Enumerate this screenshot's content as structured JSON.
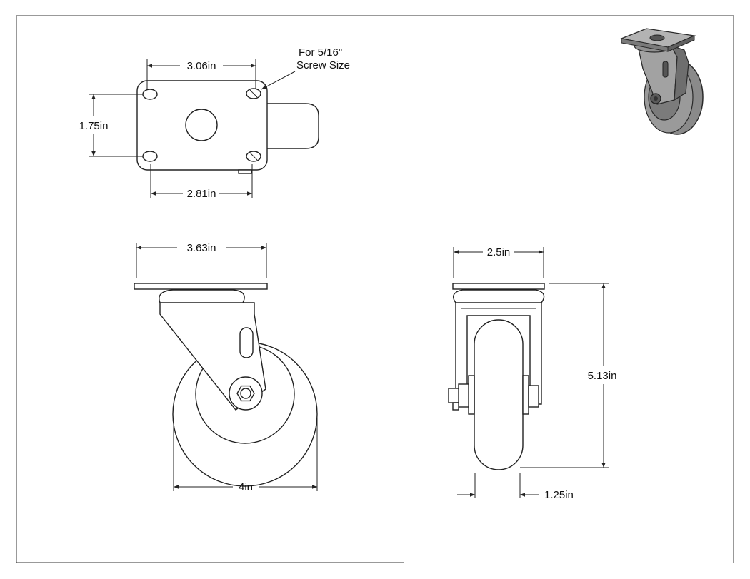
{
  "dimensions": {
    "top_width": "3.06in",
    "top_height": "1.75in",
    "top_bolt_spacing": "2.81in",
    "front_plate_width": "3.63in",
    "wheel_diameter": "4in",
    "side_plate_width": "2.5in",
    "overall_height": "5.13in",
    "wheel_width": "1.25in"
  },
  "note": {
    "line1": "For  5/16\"",
    "line2": "Screw Size"
  },
  "iso_view": {
    "fill": "#8a8a8a",
    "dark": "#4a4a4a"
  }
}
